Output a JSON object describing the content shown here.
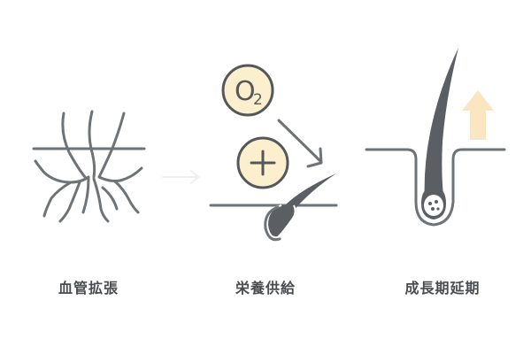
{
  "steps": [
    {
      "caption": "血管拡張",
      "icon": "vessel-dilation-icon"
    },
    {
      "caption": "栄養供給",
      "icon": "nutrient-supply-icon"
    },
    {
      "caption": "成長期延期",
      "icon": "growth-extension-icon"
    }
  ],
  "oxygen": {
    "symbol": "O",
    "subscript": "2"
  },
  "plus_symbol": "+",
  "colors": {
    "line": "#6e7377",
    "hair": "#5b5f63",
    "accent_fill": "#fbefcd",
    "accent_stroke": "#55585b",
    "arrow_faint": "#eeeeee",
    "caption": "#4a4d50"
  }
}
